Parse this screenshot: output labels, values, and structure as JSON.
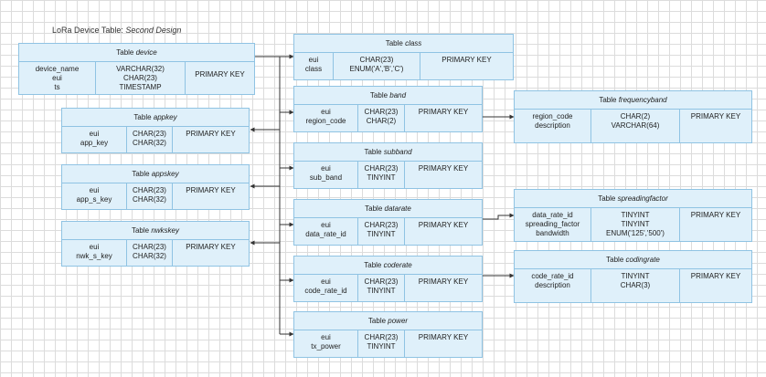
{
  "diagram": {
    "title_prefix": "LoRa Device Table: ",
    "title_emphasis": "Second Design"
  },
  "tables": {
    "device": {
      "word": "Table",
      "name": "device",
      "fields": [
        "device_name",
        "eui",
        "ts"
      ],
      "types": [
        "VARCHAR(32)",
        "CHAR(23)",
        "TIMESTAMP"
      ],
      "key": "PRIMARY KEY"
    },
    "appkey": {
      "word": "Table",
      "name": "appkey",
      "fields": [
        "eui",
        "app_key"
      ],
      "types": [
        "CHAR(23)",
        "CHAR(32)"
      ],
      "key": "PRIMARY KEY"
    },
    "appskey": {
      "word": "Table",
      "name": "appskey",
      "fields": [
        "eui",
        "app_s_key"
      ],
      "types": [
        "CHAR(23)",
        "CHAR(32)"
      ],
      "key": "PRIMARY KEY"
    },
    "nwkskey": {
      "word": "Table",
      "name": "nwkskey",
      "fields": [
        "eui",
        "nwk_s_key"
      ],
      "types": [
        "CHAR(23)",
        "CHAR(32)"
      ],
      "key": "PRIMARY KEY"
    },
    "class": {
      "word": "Table",
      "name": "class",
      "fields": [
        "eui",
        "class"
      ],
      "types": [
        "CHAR(23)",
        "ENUM('A','B','C')"
      ],
      "key": "PRIMARY KEY"
    },
    "band": {
      "word": "Table",
      "name": "band",
      "fields": [
        "eui",
        "region_code"
      ],
      "types": [
        "CHAR(23)",
        "CHAR(2)"
      ],
      "key": "PRIMARY KEY"
    },
    "subband": {
      "word": "Table",
      "name": "subband",
      "fields": [
        "eui",
        "sub_band"
      ],
      "types": [
        "CHAR(23)",
        "TINYINT"
      ],
      "key": "PRIMARY KEY"
    },
    "datarate": {
      "word": "Table",
      "name": "datarate",
      "fields": [
        "eui",
        "data_rate_id"
      ],
      "types": [
        "CHAR(23)",
        "TINYINT"
      ],
      "key": "PRIMARY KEY"
    },
    "coderate": {
      "word": "Table",
      "name": "coderate",
      "fields": [
        "eui",
        "code_rate_id"
      ],
      "types": [
        "CHAR(23)",
        "TINYINT"
      ],
      "key": "PRIMARY KEY"
    },
    "power": {
      "word": "Table",
      "name": "power",
      "fields": [
        "eui",
        "tx_power"
      ],
      "types": [
        "CHAR(23)",
        "TINYINT"
      ],
      "key": "PRIMARY KEY"
    },
    "frequencyband": {
      "word": "Table",
      "name": "frequencyband",
      "fields": [
        "region_code",
        "description"
      ],
      "types": [
        "CHAR(2)",
        "VARCHAR(64)"
      ],
      "key": "PRIMARY KEY"
    },
    "spreadingfactor": {
      "word": "Table",
      "name": "spreadingfactor",
      "fields": [
        "data_rate_id",
        "spreading_factor",
        "bandwidth"
      ],
      "types": [
        "TINYINT",
        "TINYINT",
        "ENUM('125','500')"
      ],
      "key": "PRIMARY KEY"
    },
    "codingrate": {
      "word": "Table",
      "name": "codingrate",
      "fields": [
        "code_rate_id",
        "description"
      ],
      "types": [
        "TINYINT",
        "CHAR(3)"
      ],
      "key": "PRIMARY KEY"
    }
  },
  "colors": {
    "table_fill": "#dff0fa",
    "table_border": "#8fc3e3",
    "connector": "#333333"
  }
}
